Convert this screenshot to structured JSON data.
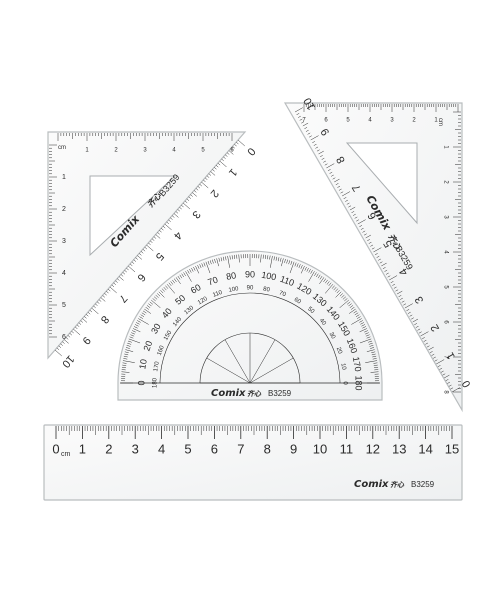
{
  "brand": {
    "name": "Comix",
    "chinese": "齐心",
    "model": "B3259"
  },
  "ruler": {
    "unit": "cm",
    "labels": [
      "0",
      "1",
      "2",
      "3",
      "4",
      "5",
      "6",
      "7",
      "8",
      "9",
      "10",
      "11",
      "12",
      "13",
      "14",
      "15"
    ]
  },
  "protractor": {
    "outer_labels": [
      "0",
      "10",
      "20",
      "30",
      "40",
      "50",
      "60",
      "70",
      "80",
      "90",
      "100",
      "110",
      "120",
      "130",
      "140",
      "150",
      "160",
      "170",
      "180"
    ],
    "inner_labels": [
      "180",
      "170",
      "160",
      "150",
      "140",
      "130",
      "120",
      "110",
      "100",
      "90",
      "80",
      "70",
      "60",
      "50",
      "40",
      "30",
      "20",
      "10",
      "0"
    ]
  },
  "left_triangle": {
    "unit": "cm",
    "top_labels": [
      "1",
      "2",
      "3",
      "4",
      "5",
      "6"
    ],
    "left_labels": [
      "1",
      "2",
      "3",
      "4",
      "5",
      "6"
    ],
    "hyp_labels": [
      "0",
      "1",
      "2",
      "3",
      "4",
      "5",
      "6",
      "7",
      "8",
      "9",
      "10"
    ]
  },
  "right_triangle": {
    "unit": "cm",
    "top_labels": [
      "1",
      "2",
      "3",
      "4",
      "5",
      "6",
      "7"
    ],
    "right_labels": [
      "1",
      "2",
      "3",
      "4",
      "5",
      "6",
      "7",
      "8"
    ],
    "hyp_labels": [
      "0",
      "1",
      "2",
      "3",
      "4",
      "5",
      "6",
      "7",
      "8",
      "9",
      "10"
    ]
  },
  "colors": {
    "plastic": "#f5f6f6",
    "edge": "#b9bdbf",
    "ink": "#2b2b2b"
  }
}
